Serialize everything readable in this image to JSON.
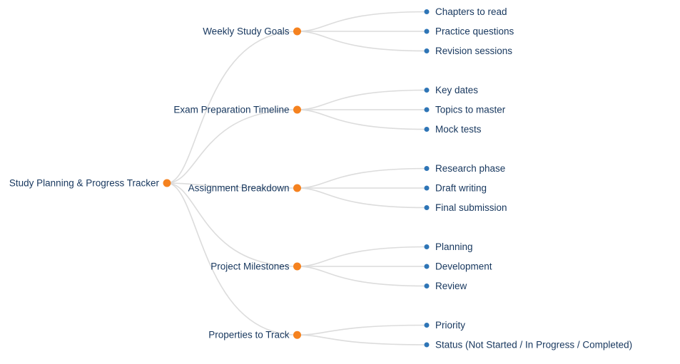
{
  "mindmap": {
    "root": {
      "label": "Study Planning & Progress Tracker"
    },
    "branches": [
      {
        "label": "Weekly Study Goals",
        "children": [
          {
            "label": "Chapters to read"
          },
          {
            "label": "Practice questions"
          },
          {
            "label": "Revision sessions"
          }
        ]
      },
      {
        "label": "Exam Preparation Timeline",
        "children": [
          {
            "label": "Key dates"
          },
          {
            "label": "Topics to master"
          },
          {
            "label": "Mock tests"
          }
        ]
      },
      {
        "label": "Assignment Breakdown",
        "children": [
          {
            "label": "Research phase"
          },
          {
            "label": "Draft writing"
          },
          {
            "label": "Final submission"
          }
        ]
      },
      {
        "label": "Project Milestones",
        "children": [
          {
            "label": "Planning"
          },
          {
            "label": "Development"
          },
          {
            "label": "Review"
          }
        ]
      },
      {
        "label": "Properties to Track",
        "children": [
          {
            "label": "Priority"
          },
          {
            "label": "Status (Not Started / In Progress / Completed)"
          }
        ]
      }
    ]
  },
  "colors": {
    "root_dot": "#f5821f",
    "branch_dot": "#f5821f",
    "leaf_dot": "#2e75b6",
    "label_text": "#17375e",
    "link_line": "#dcdcdc",
    "background": "#ffffff"
  }
}
